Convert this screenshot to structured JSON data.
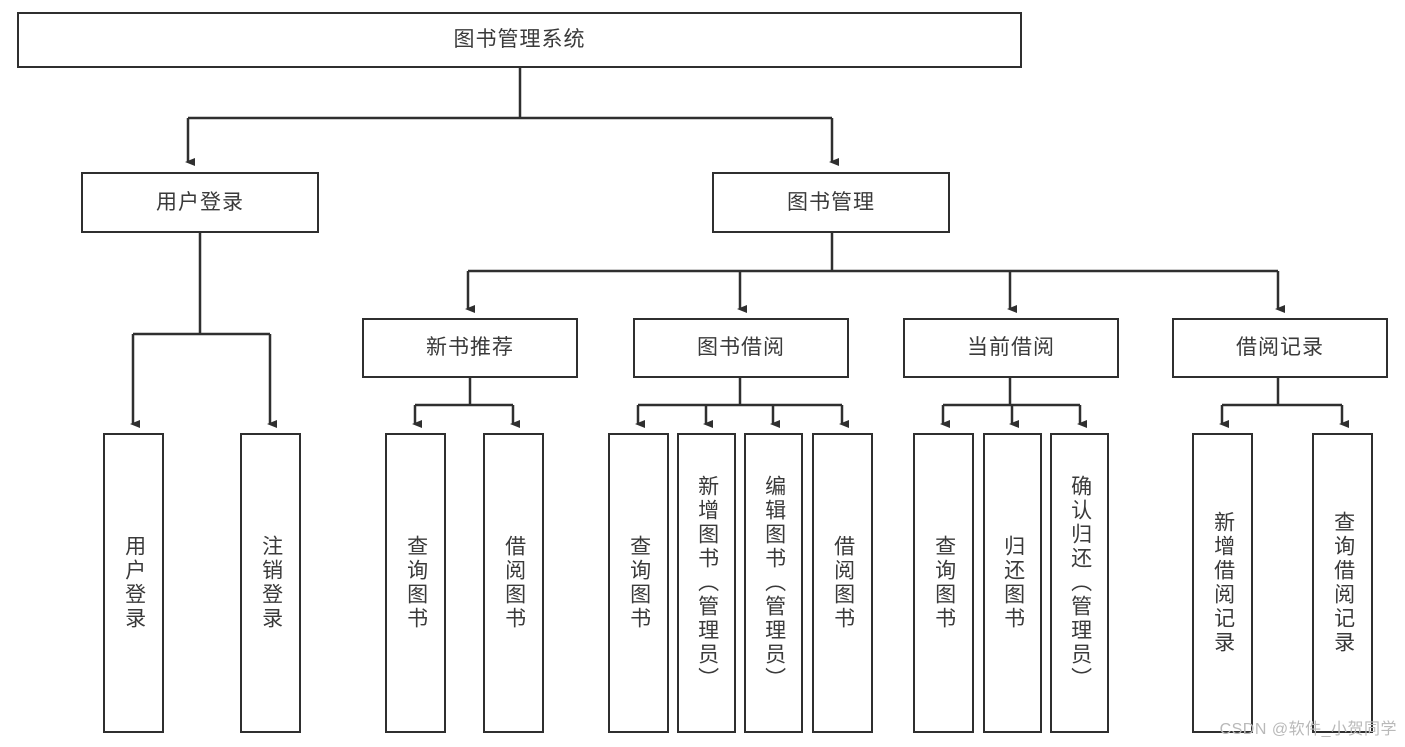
{
  "diagram": {
    "title": "图书管理系统",
    "type": "tree",
    "colors": {
      "border": "#2f2f2f",
      "fill": "#ffffff",
      "text": "#3a3a3a",
      "line": "#2f2f2f",
      "watermark": "#b9b9b9"
    },
    "root": {
      "label": "图书管理系统"
    },
    "level2": [
      {
        "label": "用户登录"
      },
      {
        "label": "图书管理"
      }
    ],
    "level3": [
      {
        "label": "新书推荐"
      },
      {
        "label": "图书借阅"
      },
      {
        "label": "当前借阅"
      },
      {
        "label": "借阅记录"
      }
    ],
    "leaves": {
      "user_login": [
        {
          "label": "用户登录"
        },
        {
          "label": "注销登录"
        }
      ],
      "new_book_recommend": [
        {
          "label": "查询图书"
        },
        {
          "label": "借阅图书"
        }
      ],
      "book_borrow": [
        {
          "label": "查询图书"
        },
        {
          "label": "新增图书（管理员）"
        },
        {
          "label": "编辑图书（管理员）"
        },
        {
          "label": "借阅图书"
        }
      ],
      "current_borrow": [
        {
          "label": "查询图书"
        },
        {
          "label": "归还图书"
        },
        {
          "label": "确认归还（管理员）"
        }
      ],
      "borrow_record": [
        {
          "label": "新增借阅记录"
        },
        {
          "label": "查询借阅记录"
        }
      ]
    }
  },
  "watermark": {
    "text": "CSDN @软件_小贺同学"
  }
}
